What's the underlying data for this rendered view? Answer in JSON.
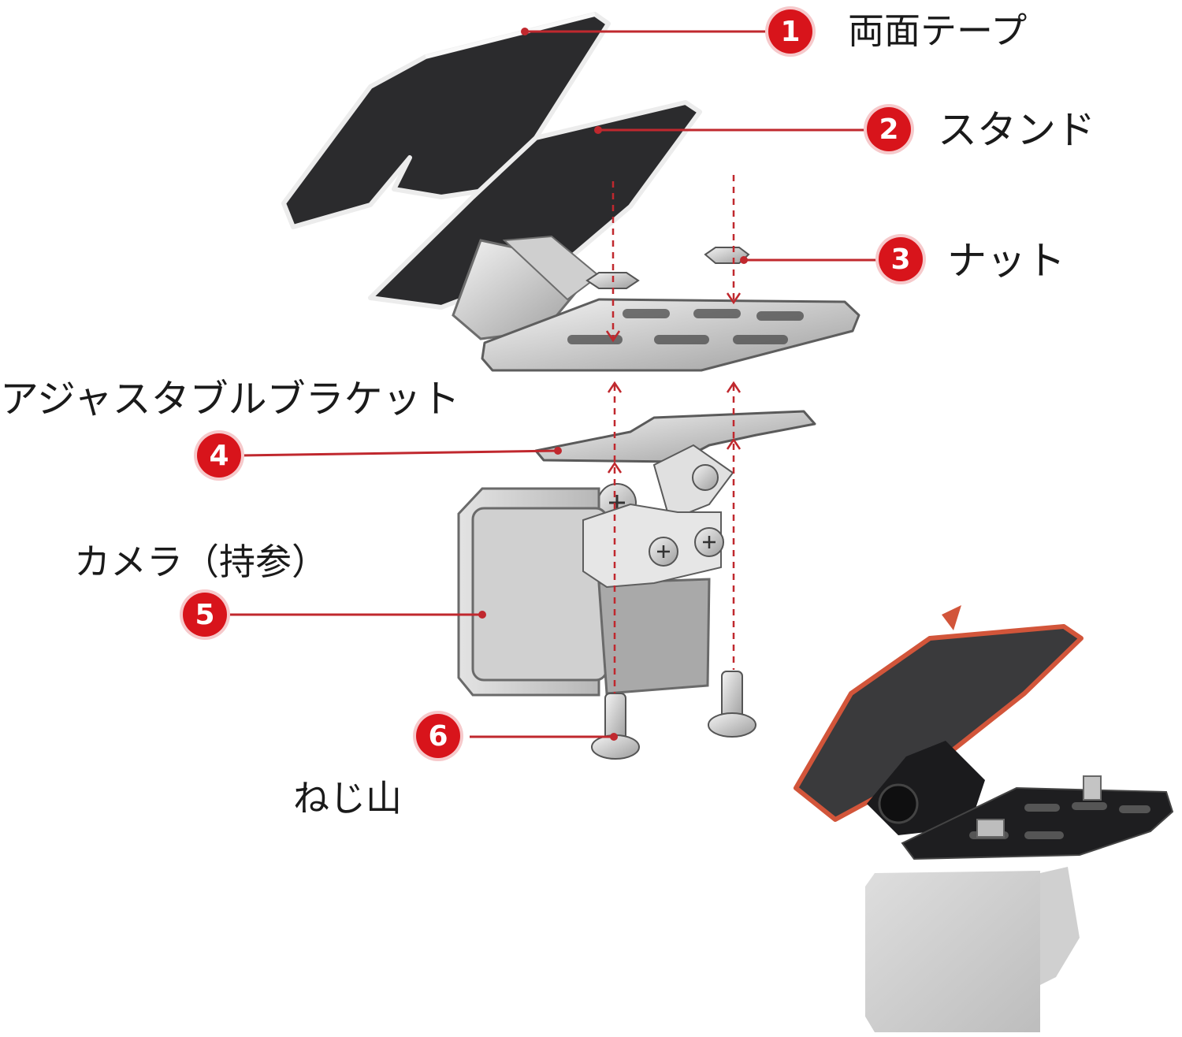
{
  "callouts": [
    {
      "number": "1",
      "label": "両面テープ"
    },
    {
      "number": "2",
      "label": "スタンド"
    },
    {
      "number": "3",
      "label": "ナット"
    },
    {
      "number": "4",
      "label": "アジャスタブルブラケット"
    },
    {
      "number": "5",
      "label": "カメラ（持参）"
    },
    {
      "number": "6",
      "label": "ねじ山"
    }
  ],
  "colors": {
    "callout_red": "#d8141b",
    "leader_line": "#c0282e",
    "plate_dark": "#2b2b2d",
    "metal_light": "#dcdcdc",
    "camera_grey": "#c9c9c9"
  },
  "icons": [
    "nut-icon",
    "screw-icon",
    "camera-icon"
  ]
}
